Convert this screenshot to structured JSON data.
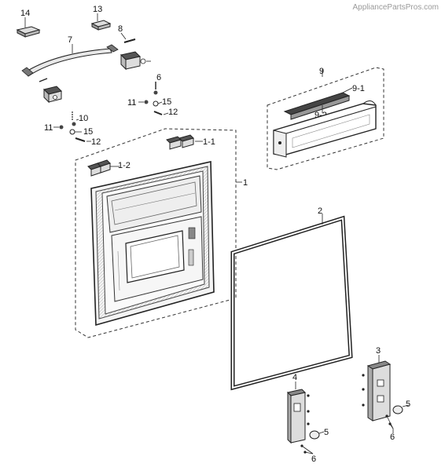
{
  "watermark": "AppliancePartsPros.com",
  "callouts": {
    "c14": "14",
    "c13": "13",
    "c7": "7",
    "c8": "8",
    "c6a": "6",
    "c11a": "11",
    "c15a": "15",
    "c12a": "12",
    "c10": "10",
    "c11b": "11",
    "c15b": "15",
    "c12b": "12",
    "c1_1": "1-1",
    "c1_2": "1-2",
    "c1": "1",
    "c9": "9",
    "c9_1": "9-1",
    "c9_2": "9-2",
    "c2": "2",
    "c3": "3",
    "c4": "4",
    "c5a": "5",
    "c5b": "5",
    "c6b": "6",
    "c6c": "6"
  }
}
